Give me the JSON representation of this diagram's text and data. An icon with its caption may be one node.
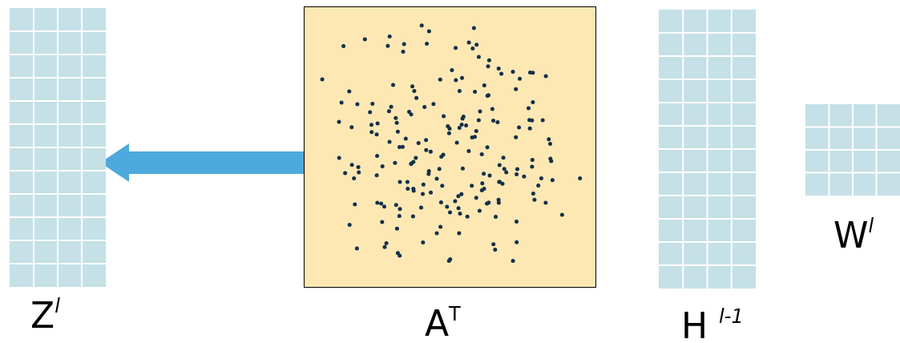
{
  "diagram": {
    "nodes": [
      {
        "text": [],
        "shape": "box",
        "beside": [
          "Z$^{l}$"
        ]
      },
      {
        "text": [],
        "shape": "box",
        "beside": [
          "A$^{T}$"
        ]
      },
      {
        "text": [],
        "shape": "box",
        "beside": [
          "H $^{l-1}$"
        ]
      },
      {
        "text": [],
        "shape": "box",
        "beside": [
          "W$^{l}$"
        ]
      }
    ],
    "edges": [
      {
        "from": 1,
        "to": 0,
        "arrow": "to",
        "color": "#4eaadc"
      }
    ]
  }
}
